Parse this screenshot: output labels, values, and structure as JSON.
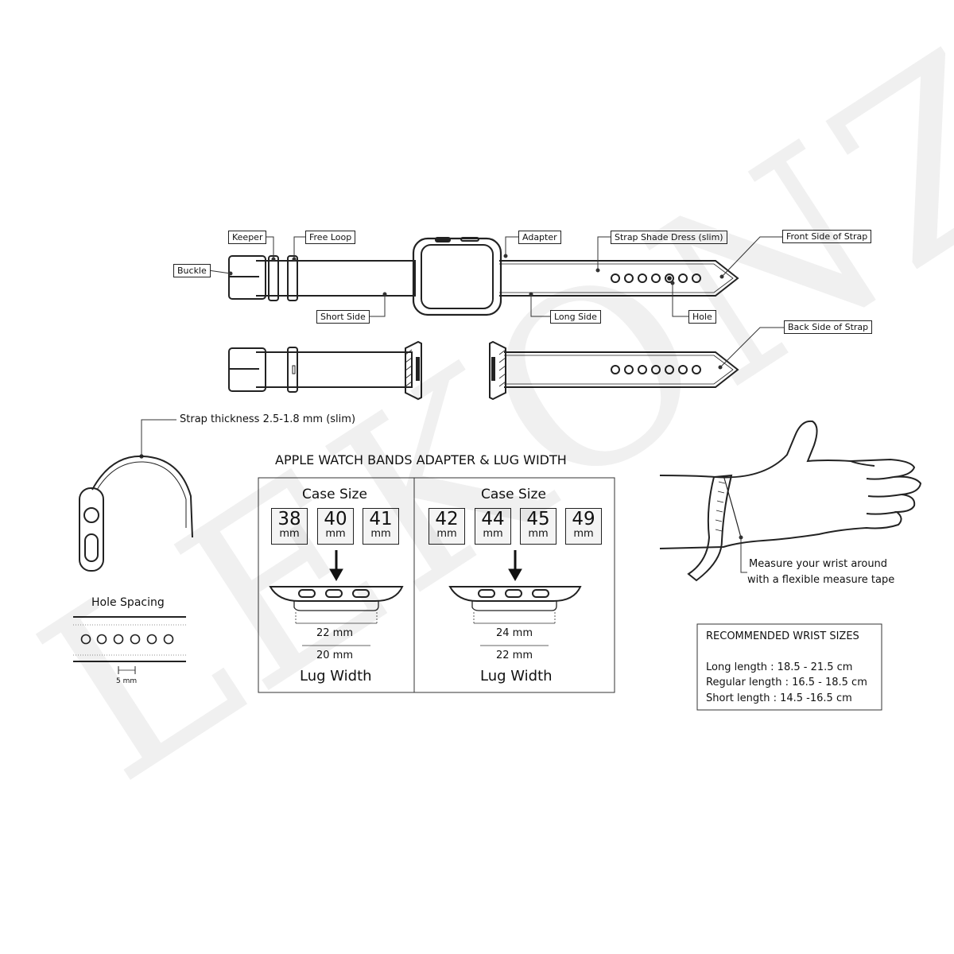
{
  "callouts": {
    "buckle": "Buckle",
    "keeper": "Keeper",
    "free_loop": "Free Loop",
    "adapter": "Adapter",
    "strap_shade": "Strap Shade Dress (slim)",
    "front_side": "Front Side of Strap",
    "short_side": "Short Side",
    "long_side": "Long Side",
    "hole": "Hole",
    "back_side": "Back Side of Strap"
  },
  "thickness_label": "Strap thickness 2.5-1.8 mm (slim)",
  "hole_spacing": {
    "title": "Hole Spacing",
    "spacing": "5 mm"
  },
  "adapter_section": {
    "title": "APPLE WATCH BANDS ADAPTER & LUG WIDTH",
    "left": {
      "case_label": "Case Size",
      "sizes": [
        {
          "num": "38",
          "unit": "mm"
        },
        {
          "num": "40",
          "unit": "mm"
        },
        {
          "num": "41",
          "unit": "mm"
        }
      ],
      "adapter_width": "22 mm",
      "lug_width": "20 mm",
      "lug_label": "Lug Width"
    },
    "right": {
      "case_label": "Case Size",
      "sizes": [
        {
          "num": "42",
          "unit": "mm"
        },
        {
          "num": "44",
          "unit": "mm"
        },
        {
          "num": "45",
          "unit": "mm"
        },
        {
          "num": "49",
          "unit": "mm"
        }
      ],
      "adapter_width": "24 mm",
      "lug_width": "22 mm",
      "lug_label": "Lug Width"
    }
  },
  "measure": {
    "line1": "Measure your wrist around",
    "line2": "with a flexible measure tape"
  },
  "wrist_sizes": {
    "title": "RECOMMENDED WRIST SIZES",
    "rows": [
      "Long length : 18.5 - 21.5 cm",
      "Regular length : 16.5 - 18.5 cm",
      "Short length : 14.5 -16.5 cm"
    ]
  },
  "watermark": "LEKONZA"
}
